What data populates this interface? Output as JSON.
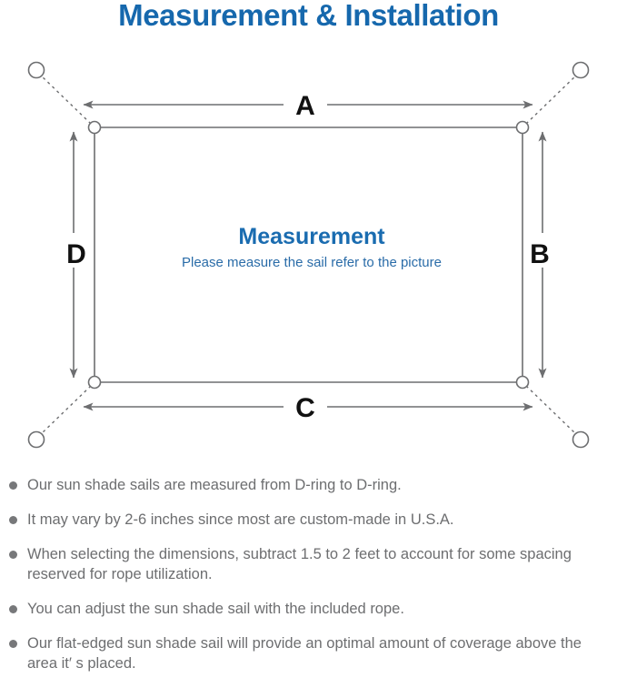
{
  "page": {
    "title": "Measurement & Installation",
    "title_color": "#1668ad",
    "background": "#ffffff"
  },
  "diagram": {
    "name": "shade-sail-measurement-diagram",
    "sail_label": "Measurement",
    "sail_sublabel": "Please measure the sail refer to the picture",
    "sail_label_color": "#1a6cb0",
    "sail_sublabel_color": "#2a6ca8",
    "line_color": "#6d6e70",
    "dimension_labels": [
      {
        "id": "A",
        "text": "A",
        "edge": "top"
      },
      {
        "id": "B",
        "text": "B",
        "edge": "right"
      },
      {
        "id": "C",
        "text": "C",
        "edge": "bottom"
      },
      {
        "id": "D",
        "text": "D",
        "edge": "left"
      }
    ],
    "anchor_points": [
      {
        "id": "top-left",
        "label": ""
      },
      {
        "id": "top-right",
        "label": ""
      },
      {
        "id": "bottom-left",
        "label": ""
      },
      {
        "id": "bottom-right",
        "label": ""
      }
    ],
    "d_rings": [
      {
        "id": "d-ring-top-left"
      },
      {
        "id": "d-ring-top-right"
      },
      {
        "id": "d-ring-bottom-left"
      },
      {
        "id": "d-ring-bottom-right"
      }
    ]
  },
  "notes": {
    "bullet_color": "#77787a",
    "text_color": "#6d6e70",
    "items": [
      "Our sun shade sails are measured from D-ring to D-ring.",
      "It may vary by 2-6 inches since most are custom-made in U.S.A.",
      "When selecting the dimensions, subtract 1.5 to 2 feet to account for some spacing reserved for rope utilization.",
      "You can adjust the sun shade sail with the included rope.",
      "Our flat-edged sun shade sail will provide an optimal amount of coverage above the area it′ s placed."
    ]
  }
}
